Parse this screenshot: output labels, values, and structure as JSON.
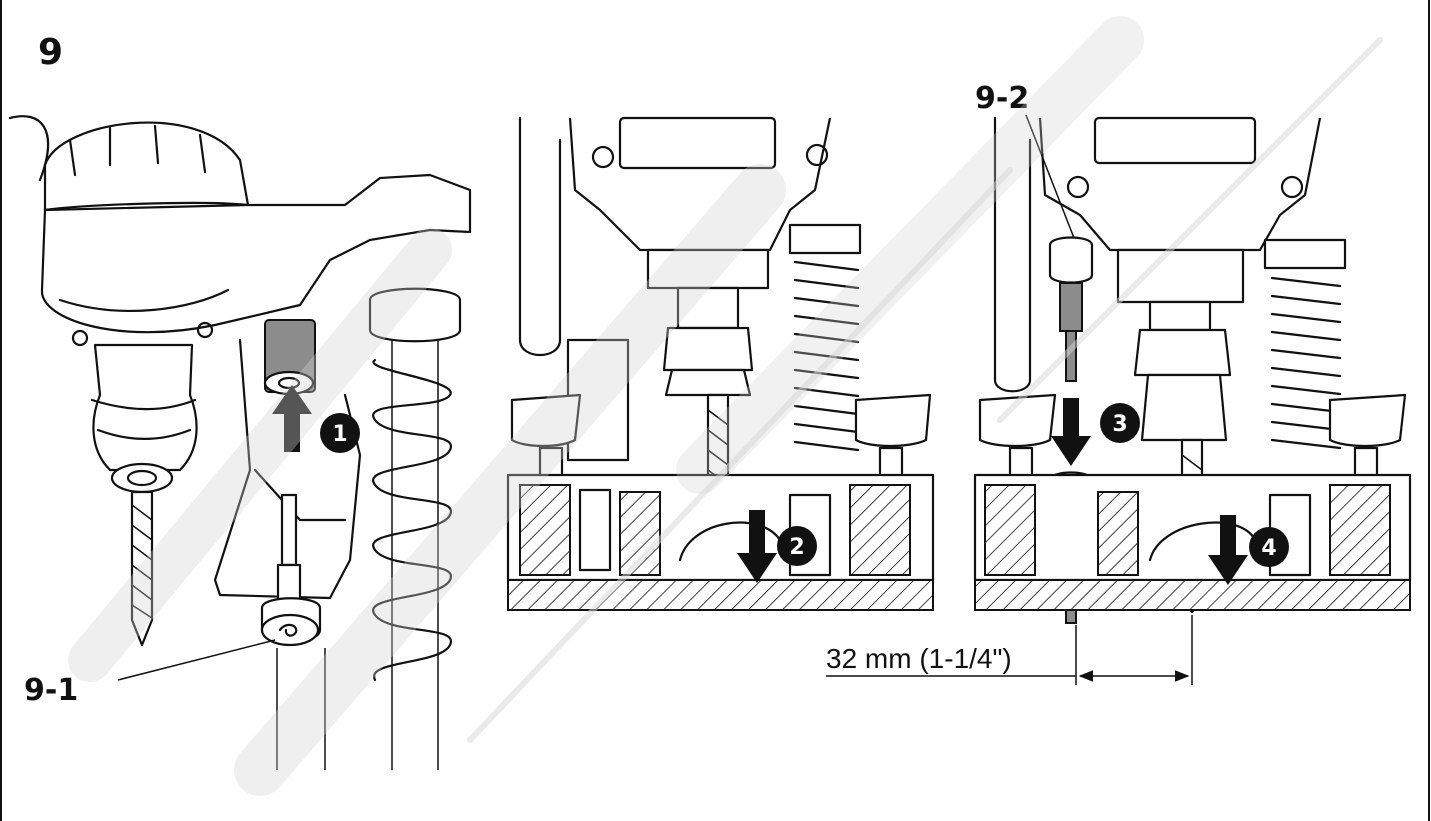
{
  "figure": {
    "number": "9"
  },
  "callouts": {
    "part_9_1": "9-1",
    "part_9_2": "9-2"
  },
  "steps": [
    {
      "number": "1",
      "direction": "up"
    },
    {
      "number": "2",
      "direction": "down"
    },
    {
      "number": "3",
      "direction": "down"
    },
    {
      "number": "4",
      "direction": "down"
    }
  ],
  "dimension": {
    "label": "32 mm (1-1/4\")"
  },
  "colors": {
    "line": "#111111",
    "part_fill": "#8c8c8c",
    "badge_fill": "#111111",
    "watermark": "#cfcfcf"
  }
}
